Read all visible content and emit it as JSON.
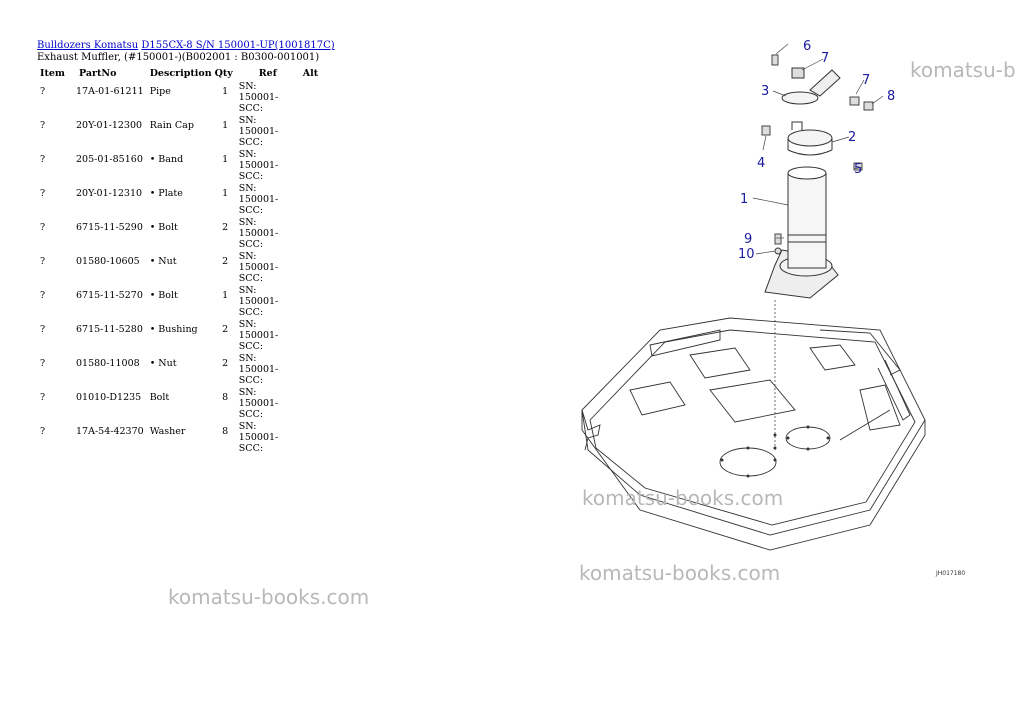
{
  "breadcrumb": {
    "link1": "Bulldozers Komatsu",
    "link2": "D155CX-8 S/N 150001-UP(1001817C)"
  },
  "subtitle": "Exhaust Muffler, (#150001-)(B002001 : B0300-001001)",
  "table": {
    "headers": {
      "item": "Item",
      "partno": "PartNo",
      "description": "Description",
      "qty": "Qty",
      "ref": "Ref",
      "alt": "Alt"
    },
    "rows": [
      {
        "item": "?",
        "partno": "17A-01-61211",
        "description": "Pipe",
        "qty": "1",
        "ref": "SN: 150001-SCC:"
      },
      {
        "item": "?",
        "partno": "20Y-01-12300",
        "description": "Rain Cap",
        "qty": "1",
        "ref": "SN: 150001-SCC:"
      },
      {
        "item": "?",
        "partno": "205-01-85160",
        "description": "• Band",
        "qty": "1",
        "ref": "SN: 150001-SCC:"
      },
      {
        "item": "?",
        "partno": "20Y-01-12310",
        "description": "• Plate",
        "qty": "1",
        "ref": "SN: 150001-SCC:"
      },
      {
        "item": "?",
        "partno": "6715-11-5290",
        "description": "• Bolt",
        "qty": "2",
        "ref": "SN: 150001-SCC:"
      },
      {
        "item": "?",
        "partno": "01580-10605",
        "description": "• Nut",
        "qty": "2",
        "ref": "SN: 150001-SCC:"
      },
      {
        "item": "?",
        "partno": "6715-11-5270",
        "description": "• Bolt",
        "qty": "1",
        "ref": "SN: 150001-SCC:"
      },
      {
        "item": "?",
        "partno": "6715-11-5280",
        "description": "• Bushing",
        "qty": "2",
        "ref": "SN: 150001-SCC:"
      },
      {
        "item": "?",
        "partno": "01580-11008",
        "description": "• Nut",
        "qty": "2",
        "ref": "SN: 150001-SCC:"
      },
      {
        "item": "?",
        "partno": "01010-D1235",
        "description": "Bolt",
        "qty": "8",
        "ref": "SN: 150001-SCC:"
      },
      {
        "item": "?",
        "partno": "17A-54-42370",
        "description": "Washer",
        "qty": "8",
        "ref": "SN: 150001-SCC:"
      }
    ]
  },
  "diagram": {
    "callouts": [
      "1",
      "2",
      "3",
      "4",
      "5",
      "6",
      "7",
      "7",
      "8",
      "9",
      "10"
    ],
    "code": "JH017180"
  },
  "watermarks": [
    "komatsu-b",
    "komatsu-books.com",
    "komatsu-books.com",
    "komatsu-books.com"
  ],
  "colors": {
    "link": "#0000cc",
    "callout": "#1a1aa0",
    "watermark": "#b8b8b8"
  }
}
